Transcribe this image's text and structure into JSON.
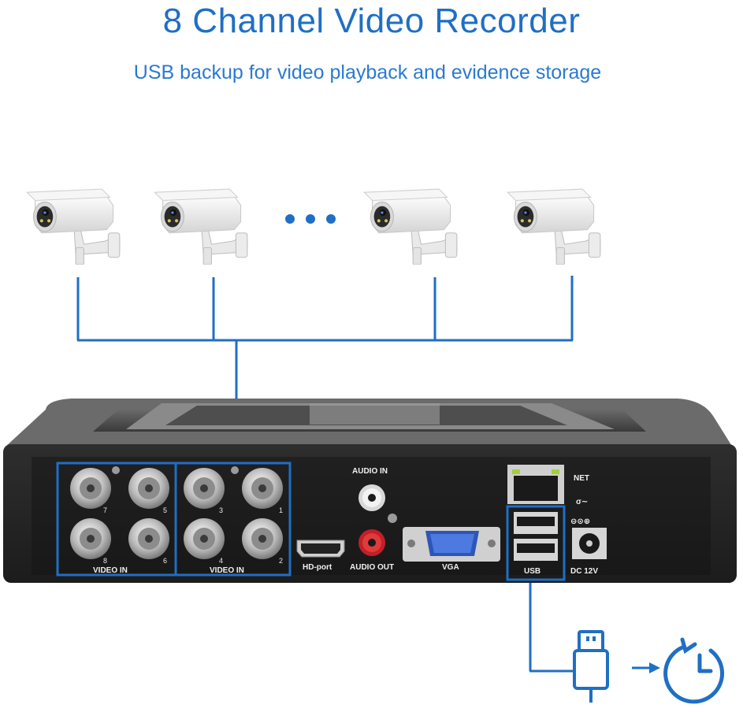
{
  "header": {
    "title": "8 Channel Video Recorder",
    "subtitle": "USB backup for video playback and evidence storage"
  },
  "panel": {
    "video_in_left": "VIDEO IN",
    "video_in_right": "VIDEO IN",
    "audio_in": "AUDIO IN",
    "audio_out": "AUDIO OUT",
    "hd_port": "HD-port",
    "vga": "VGA",
    "net": "NET",
    "usb": "USB",
    "dc": "DC 12V",
    "channels_left": [
      "7",
      "5",
      "8",
      "6"
    ],
    "channels_right": [
      "3",
      "1",
      "4",
      "2"
    ]
  },
  "icons": {
    "cameras": "security-camera-icon",
    "ellipsis": "more-dots-icon",
    "usb_stick": "usb-stick-icon",
    "arrow": "arrow-right-icon",
    "clock": "playback-clock-icon"
  },
  "colors": {
    "accent": "#1f6fc4",
    "device": "#2a2a2a"
  }
}
